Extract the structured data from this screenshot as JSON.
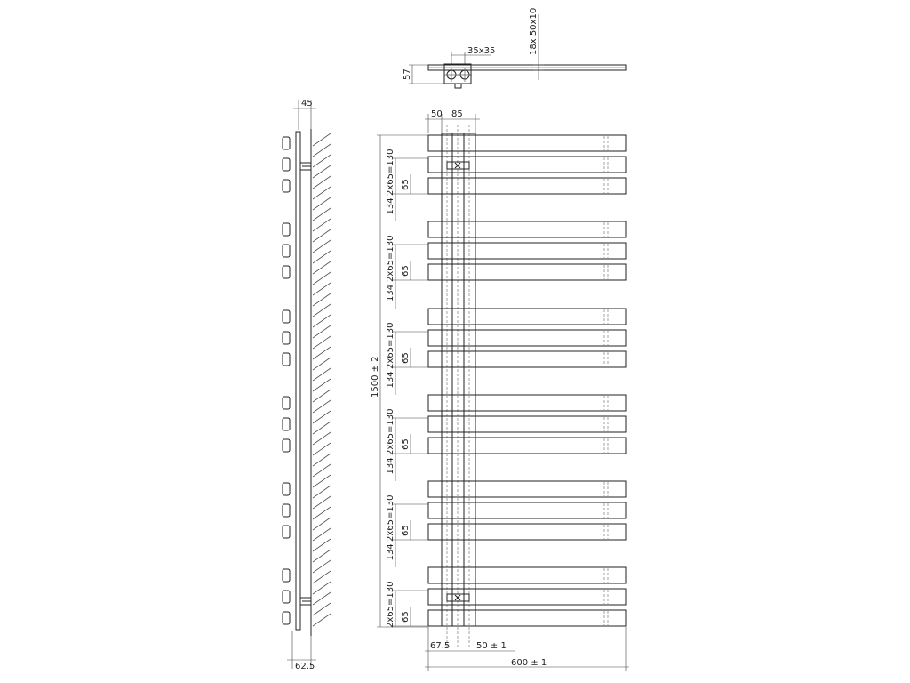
{
  "dimensions": {
    "top_pipe": "35x35",
    "top_bar_spec": "18x 50x10",
    "top_depth": "57",
    "side_depth": "45",
    "side_bottom": "62.5",
    "front_offset": "50",
    "front_pipe_spacing": "85",
    "height": "1500 ± 2",
    "group_span": "2x65=130",
    "bar_step": "65",
    "group_gap": "134",
    "bottom_offset": "67.5",
    "bottom_pipe": "50 ± 1",
    "width": "600 ± 1"
  }
}
